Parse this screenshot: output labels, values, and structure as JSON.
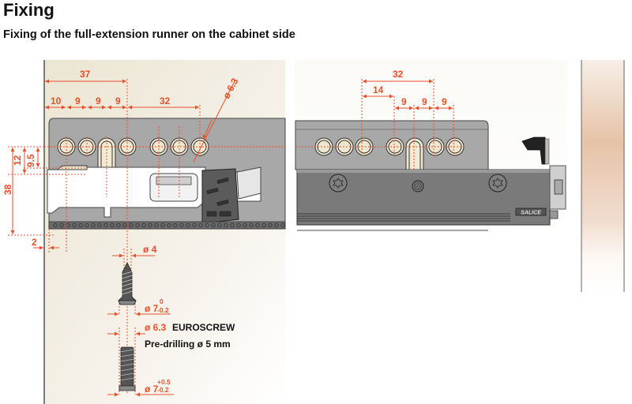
{
  "header": {
    "title": "Fixing",
    "subtitle": "Fixing of the full-extension runner on the cabinet side"
  },
  "colors": {
    "dimension": "#e8502a",
    "runner_body": "#a7a7a7",
    "runner_dark": "#6e6e6e",
    "hole_fill": "#efe6cf",
    "cabinet_bg": "#efe9dc",
    "wood_panel": "#e6c4a8"
  },
  "left_view": {
    "dims": {
      "d37": "37",
      "d10": "10",
      "d9a": "9",
      "d9b": "9",
      "d9c": "9",
      "d32": "32",
      "hole_dia": "ø 6.3",
      "v12": "12",
      "v9_5": "9.5",
      "v38": "38",
      "h2": "2"
    }
  },
  "right_view": {
    "dims": {
      "d32": "32",
      "d14": "14",
      "d9a": "9",
      "d9b": "9",
      "d9c": "9"
    },
    "brand_label": "SALICE"
  },
  "screws": {
    "screw1_shank": "ø 4",
    "screw1_head_main": "ø 7",
    "screw1_head_tol_up": "0",
    "screw1_head_tol_down": "-0.2",
    "euroscrew_dia": "ø 6.3",
    "euroscrew_label": "EUROSCREW",
    "predrill_label": "Pre-drilling ø 5 mm",
    "screw2_head_main": "ø 7",
    "screw2_head_tol_up": "+0.5",
    "screw2_head_tol_down": "-0.2"
  }
}
